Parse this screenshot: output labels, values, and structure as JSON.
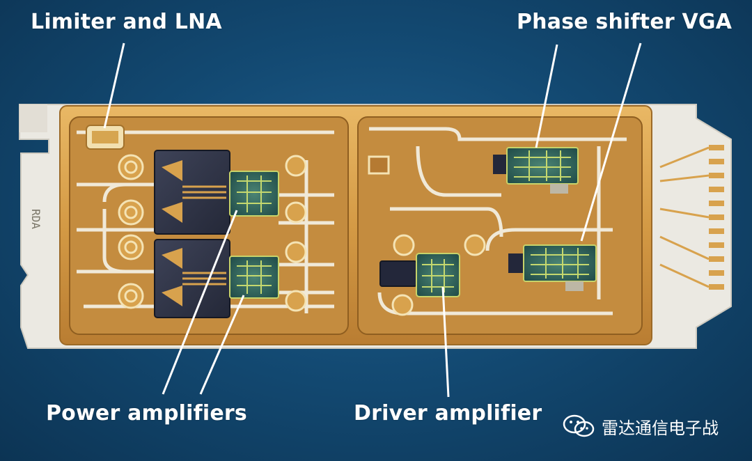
{
  "labels": {
    "limiter_lna": "Limiter and LNA",
    "phase_shifter_vga": "Phase shifter VGA",
    "power_amplifiers": "Power amplifiers",
    "driver_amplifier": "Driver amplifier"
  },
  "module_marking": "RDA",
  "watermark": {
    "icon": "wechat-icon",
    "text": "雷达通信电子战"
  },
  "colors": {
    "background": "#134a73",
    "gold": "#d9a24b",
    "substrate": "#ebe9e2",
    "chip": "#2d5d5a",
    "label": "#ffffff"
  }
}
